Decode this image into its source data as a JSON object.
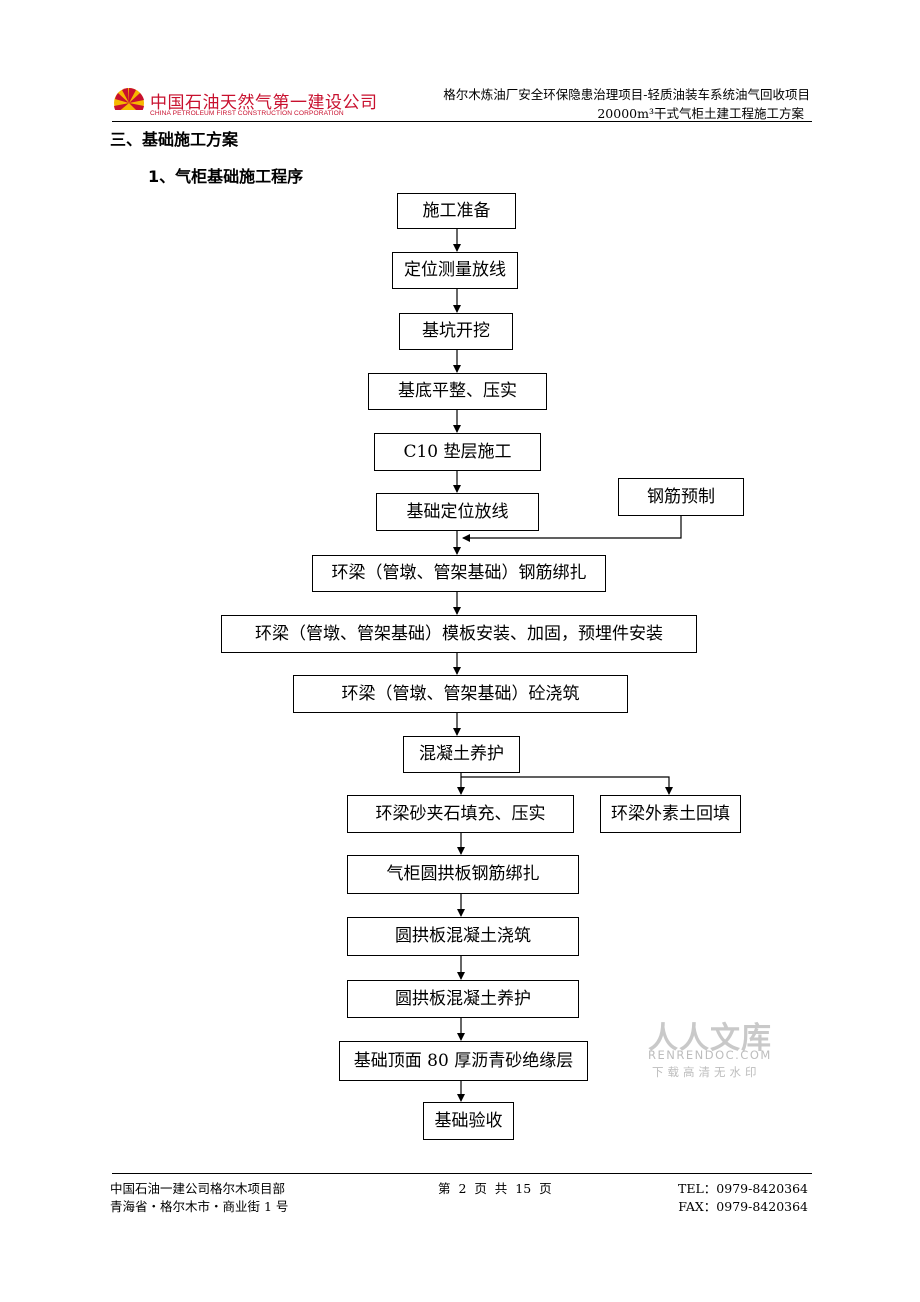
{
  "header": {
    "logo_cn": "中国石油天然气第一建设公司",
    "logo_en": "CHINA PETROLEUM FIRST CONSTRUCTION CORPORATION",
    "project_line1": "格尔木炼油厂安全环保隐患治理项目-轻质油装车系统油气回收项目",
    "project_line2": "20000m³干式气柜土建工程施工方案"
  },
  "section_title": "三、基础施工方案",
  "subsection_title": "1、气柜基础施工程序",
  "flow": {
    "step1": "施工准备",
    "step2": "定位测量放线",
    "step3": "基坑开挖",
    "step4": "基底平整、压实",
    "step5": "C10 垫层施工",
    "step6": "基础定位放线",
    "side_rebar": "钢筋预制",
    "step7": "环梁（管墩、管架基础）钢筋绑扎",
    "step8": "环梁（管墩、管架基础）模板安装、加固，预埋件安装",
    "step9": "环梁（管墩、管架基础）砼浇筑",
    "step10": "混凝土养护",
    "step11": "环梁砂夹石填充、压实",
    "side_backfill": "环梁外素土回填",
    "step12": "气柜圆拱板钢筋绑扎",
    "step13": "圆拱板混凝土浇筑",
    "step14": "圆拱板混凝土养护",
    "step15": "基础顶面 80 厚沥青砂绝缘层",
    "step16": "基础验收"
  },
  "watermark": {
    "title": "人人文库",
    "site": "RENRENDOC.COM",
    "slogan": "下载高清无水印"
  },
  "footer": {
    "company": "中国石油一建公司格尔木项目部",
    "address": "青海省・格尔木市・商业街 1 号",
    "page": "第  2  页  共  15  页",
    "tel": "TEL：0979-8420364",
    "fax": "FAX：0979-8420364"
  },
  "colors": {
    "logo_red": "#c8102e",
    "logo_yellow": "#f6b800",
    "watermark_gray": "#c9c9c9"
  }
}
